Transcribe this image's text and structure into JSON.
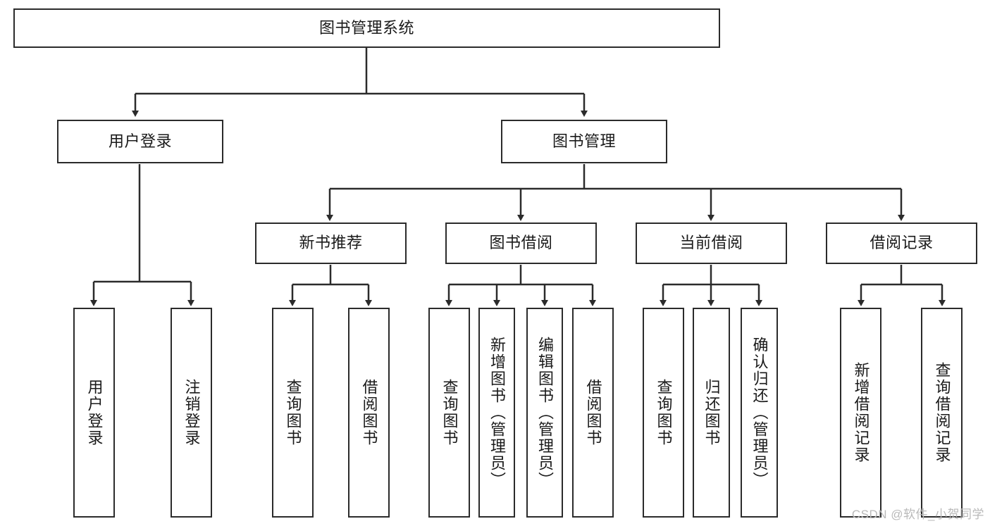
{
  "diagram": {
    "type": "tree",
    "title": "图书管理系统",
    "watermark": "CSDN @软件_小贺同学",
    "colors": {
      "box_border": "#2b2b2b",
      "box_fill": "#ffffff",
      "edge": "#2b2b2b",
      "text": "#1a1a1a",
      "watermark": "#b9b9b9"
    },
    "nodes": {
      "root": {
        "label": "图书管理系统"
      },
      "level1": [
        {
          "label": "用户登录"
        },
        {
          "label": "图书管理"
        }
      ],
      "level2": [
        {
          "label": "新书推荐"
        },
        {
          "label": "图书借阅"
        },
        {
          "label": "当前借阅"
        },
        {
          "label": "借阅记录"
        }
      ],
      "leaves": {
        "user_login": [
          {
            "label": "用户登录"
          },
          {
            "label": "注销登录"
          }
        ],
        "new_book_recommend": [
          {
            "label": "查询图书"
          },
          {
            "label": "借阅图书"
          }
        ],
        "book_borrow": [
          {
            "label": "查询图书"
          },
          {
            "label": "新增图书（管理员）"
          },
          {
            "label": "编辑图书（管理员）"
          },
          {
            "label": "借阅图书"
          }
        ],
        "current_borrow": [
          {
            "label": "查询图书"
          },
          {
            "label": "归还图书"
          },
          {
            "label": "确认归还（管理员）"
          }
        ],
        "borrow_records": [
          {
            "label": "新增借阅记录"
          },
          {
            "label": "查询借阅记录"
          }
        ]
      }
    }
  }
}
